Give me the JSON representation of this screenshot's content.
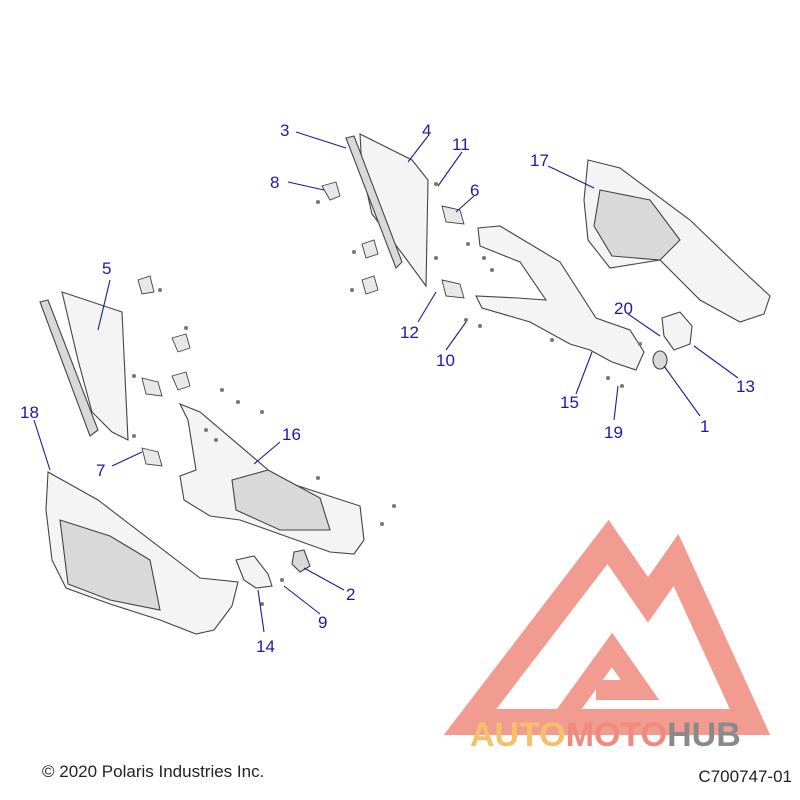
{
  "callouts": [
    "1",
    "2",
    "3",
    "4",
    "5",
    "6",
    "7",
    "8",
    "9",
    "10",
    "11",
    "12",
    "13",
    "14",
    "15",
    "16",
    "17",
    "18",
    "19",
    "20"
  ],
  "footer": {
    "copyright": "© 2020 Polaris Industries Inc.",
    "code": "C700747-01"
  },
  "watermark": {
    "part1": "AUTO",
    "part2": "MOTO",
    "part3": "HUB",
    "colors": {
      "auto": "#f5c06a",
      "moto": "#f08a7e",
      "hub": "#8a8a8a",
      "logo": "#e8474a"
    }
  },
  "colors": {
    "callout": "#1a1aa8"
  }
}
